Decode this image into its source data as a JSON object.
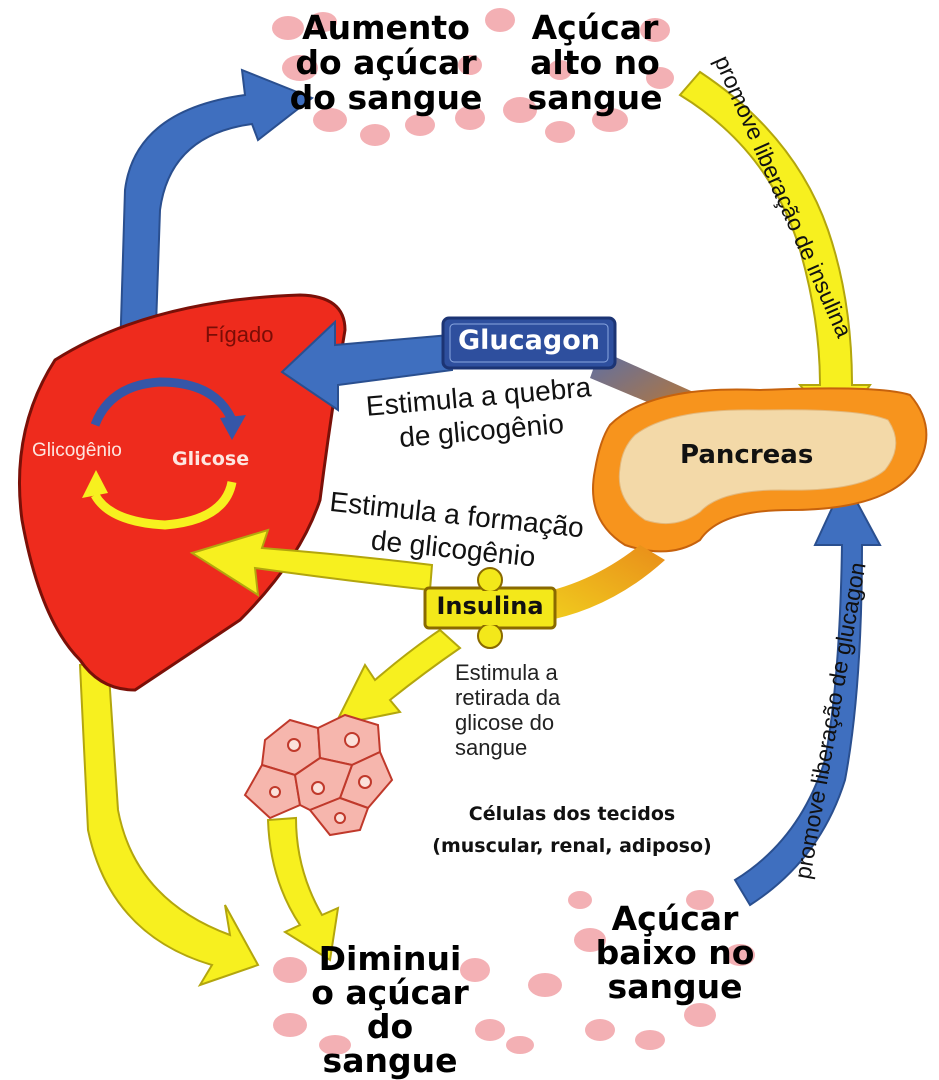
{
  "top": {
    "aumento": [
      "Aumento",
      "do açúcar",
      "do sangue"
    ],
    "alto": [
      "Açúcar",
      "alto no",
      "sangue"
    ]
  },
  "bottom": {
    "diminui": [
      "Diminui",
      "o açúcar",
      "do sangue"
    ],
    "baixo": [
      "Açúcar",
      "baixo no",
      "sangue"
    ]
  },
  "liver": {
    "label": "Fígado",
    "glicogenio": "Glicogênio",
    "glicose": "Glicose"
  },
  "hormones": {
    "glucagon": "Glucagon",
    "insulina": "Insulina"
  },
  "pancreas": "Pancreas",
  "labels": {
    "quebra": [
      "Estimula a quebra",
      "de glicogênio"
    ],
    "formacao": [
      "Estimula a formação",
      "de glicogênio"
    ],
    "retirada": [
      "Estimula a",
      "retirada da",
      "glicose do",
      "sangue"
    ],
    "celulas": [
      "Células dos tecidos",
      "(muscular, renal, adiposo)"
    ],
    "promove_insulina": "promove liberação de insulina",
    "promove_glucagon": "promove liberação de glucagon"
  },
  "colors": {
    "blue_arrow": "#3f6fbf",
    "yellow_arrow": "#f7f01f",
    "liver": "#ee2b1d",
    "pancreas_outer": "#f7941d",
    "pancreas_inner": "#f3d9a8",
    "blood_cell": "#f2a3a8",
    "glucagon_box": "#2e4f9e",
    "insulina_box": "#f3e81a"
  }
}
